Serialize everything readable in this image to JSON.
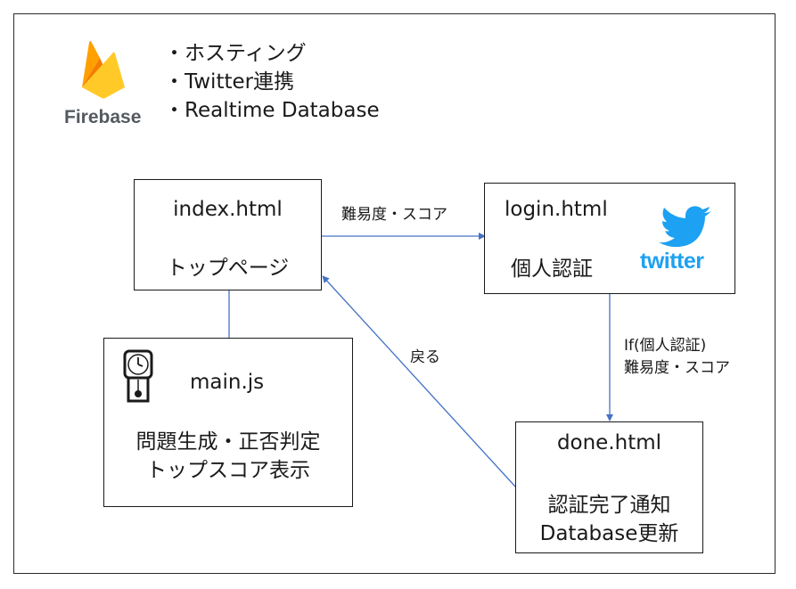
{
  "brand": {
    "name": "Firebase"
  },
  "features": [
    "・ホスティング",
    "・Twitter連携",
    "・Realtime Database"
  ],
  "nodes": {
    "index": {
      "title": "index.html",
      "subtitle": "トップページ"
    },
    "login": {
      "title": "login.html",
      "subtitle": "個人認証",
      "logo_text": "twitter"
    },
    "main": {
      "title": "main.js",
      "line1": "問題生成・正否判定",
      "line2": "トップスコア表示"
    },
    "done": {
      "title": "done.html",
      "line1": "認証完了通知",
      "line2": "Database更新"
    }
  },
  "edges": {
    "index_to_login": "難易度・スコア",
    "login_to_done_line1": "If(個人認証)",
    "login_to_done_line2": "難易度・スコア",
    "done_to_index": "戻る"
  },
  "colors": {
    "arrow": "#4472c4",
    "twitter": "#1da1f2",
    "firebase_yellow": "#ffca28",
    "firebase_orange": "#f57c00"
  },
  "icons": [
    "firebase-logo-icon",
    "twitter-bird-icon",
    "pendulum-clock-icon"
  ]
}
